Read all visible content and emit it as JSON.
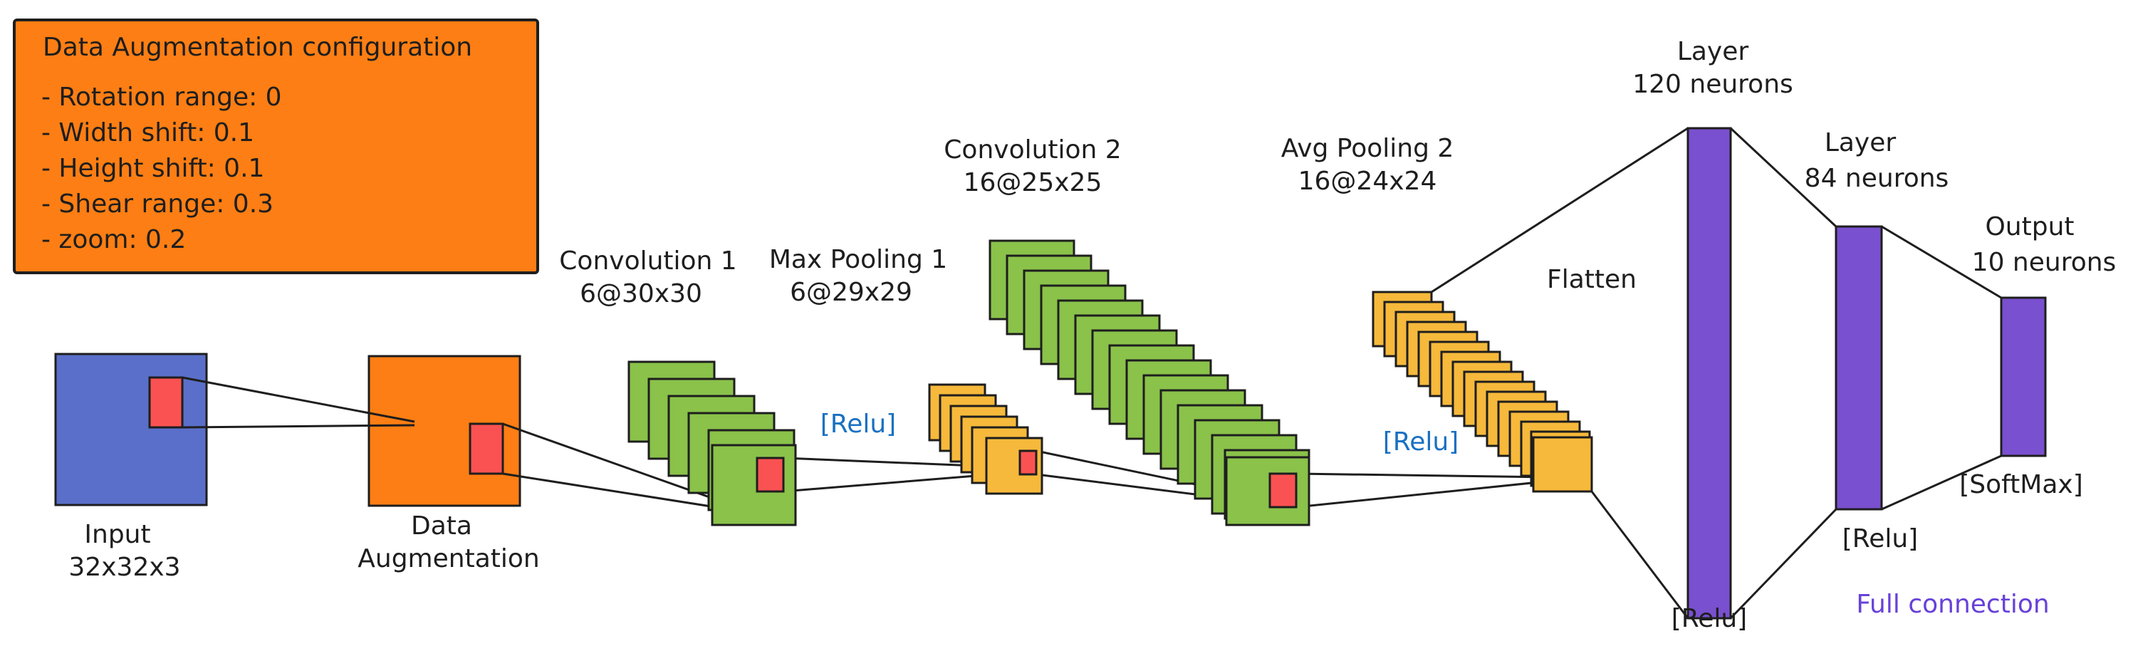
{
  "config_box": {
    "title": "Data Augmentation configuration",
    "items": [
      "- Rotation range: 0",
      "- Width shift: 0.1",
      "- Height shift: 0.1",
      "- Shear range: 0.3",
      "- zoom: 0.2"
    ]
  },
  "labels": {
    "input": [
      "Input",
      "32x32x3"
    ],
    "data_augmentation": [
      "Data",
      "Augmentation"
    ],
    "conv1": [
      "Convolution 1",
      "6@30x30"
    ],
    "maxpool1": [
      "Max Pooling 1",
      "6@29x29"
    ],
    "conv2": [
      "Convolution 2",
      "16@25x25"
    ],
    "avgpool2": [
      "Avg Pooling 2",
      "16@24x24"
    ],
    "flatten": "Flatten",
    "layer120": [
      "Layer",
      "120 neurons"
    ],
    "layer84": [
      "Layer",
      "84 neurons"
    ],
    "output": [
      "Output",
      "10 neurons"
    ]
  },
  "activations": {
    "relu1": "[Relu]",
    "relu2": "[Relu]",
    "relu_120": "[Relu]",
    "relu_84": "[Relu]",
    "softmax": "[SoftMax]",
    "full_connection": "Full connection"
  },
  "colors": {
    "input_blue": "#5a6fc9",
    "orange": "#fd7e14",
    "green": "#8ac24a",
    "yellow": "#f6b93b",
    "red": "#fa5252",
    "purple": "#7950cf",
    "relu_blue": "#1971c2",
    "full_connection_purple": "#6741d9",
    "stroke": "#1e1e1e"
  }
}
